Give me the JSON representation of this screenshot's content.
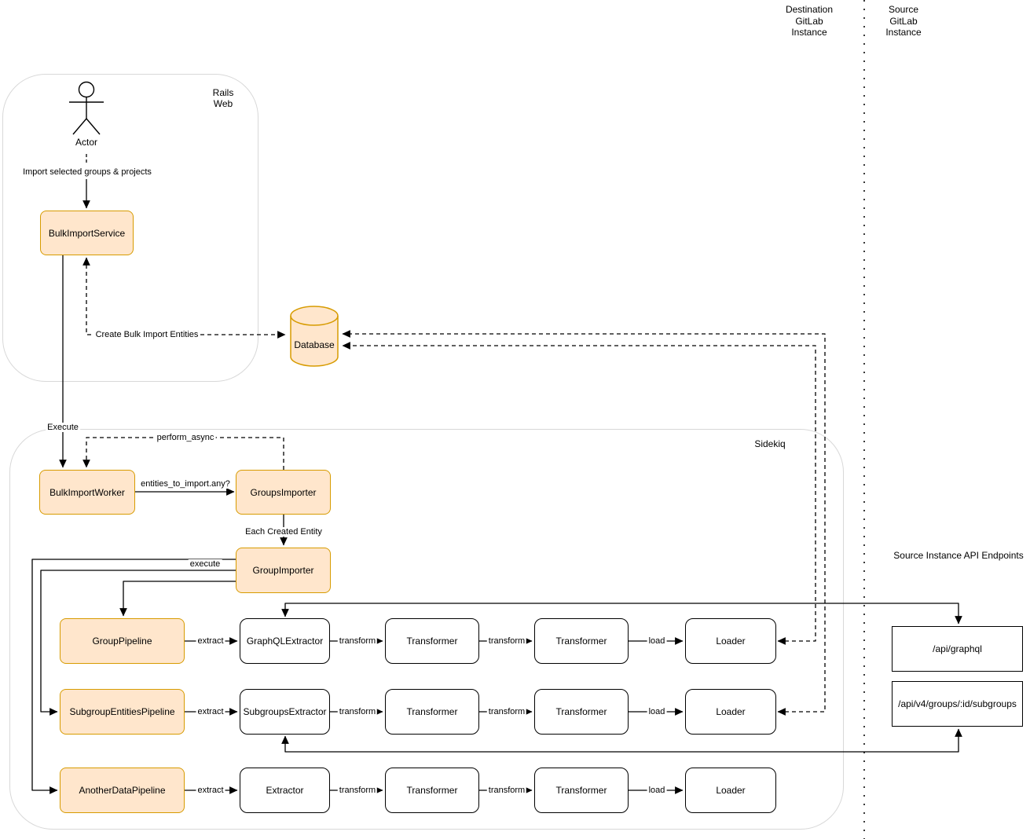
{
  "title_lanes": {
    "destination": "Destination\nGitLab\nInstance",
    "source": "Source\nGitLab\nInstance"
  },
  "containers": {
    "rails": "Rails\nWeb",
    "sidekiq": "Sidekiq"
  },
  "actor": {
    "label": "Actor"
  },
  "nodes": {
    "bulk_import_service": "BulkImportService",
    "database": "Database",
    "bulk_import_worker": "BulkImportWorker",
    "groups_importer": "GroupsImporter",
    "group_importer": "GroupImporter"
  },
  "pipelines": [
    {
      "pipeline": "GroupPipeline",
      "extractor": "GraphQLExtractor",
      "transformer_a": "Transformer",
      "transformer_b": "Transformer",
      "loader": "Loader"
    },
    {
      "pipeline": "SubgroupEntitiesPipeline",
      "extractor": "SubgroupsExtractor",
      "transformer_a": "Transformer",
      "transformer_b": "Transformer",
      "loader": "Loader"
    },
    {
      "pipeline": "AnotherDataPipeline",
      "extractor": "Extractor",
      "transformer_a": "Transformer",
      "transformer_b": "Transformer",
      "loader": "Loader"
    }
  ],
  "edge_labels": {
    "import_selected": "Import selected groups & projects",
    "create_entities": "Create Bulk Import Entities",
    "execute": "Execute",
    "perform_async": "perform_async",
    "entities_check": "entities_to_import.any?",
    "each_created_entity": "Each Created Entity",
    "execute_pipeline": "execute",
    "extract": "extract",
    "transform": "transform",
    "load": "load"
  },
  "api": {
    "title": "Source Instance API Endpoints",
    "endpoints": [
      {
        "label": "/api/graphql"
      },
      {
        "label": "/api/v4/groups/:id/subgroups"
      }
    ]
  },
  "colors": {
    "highlight_fill": "#FFE6CC",
    "highlight_border": "#D79B00",
    "plain_border": "#000000",
    "container_border": "#D8D8D8",
    "line": "#000000"
  }
}
